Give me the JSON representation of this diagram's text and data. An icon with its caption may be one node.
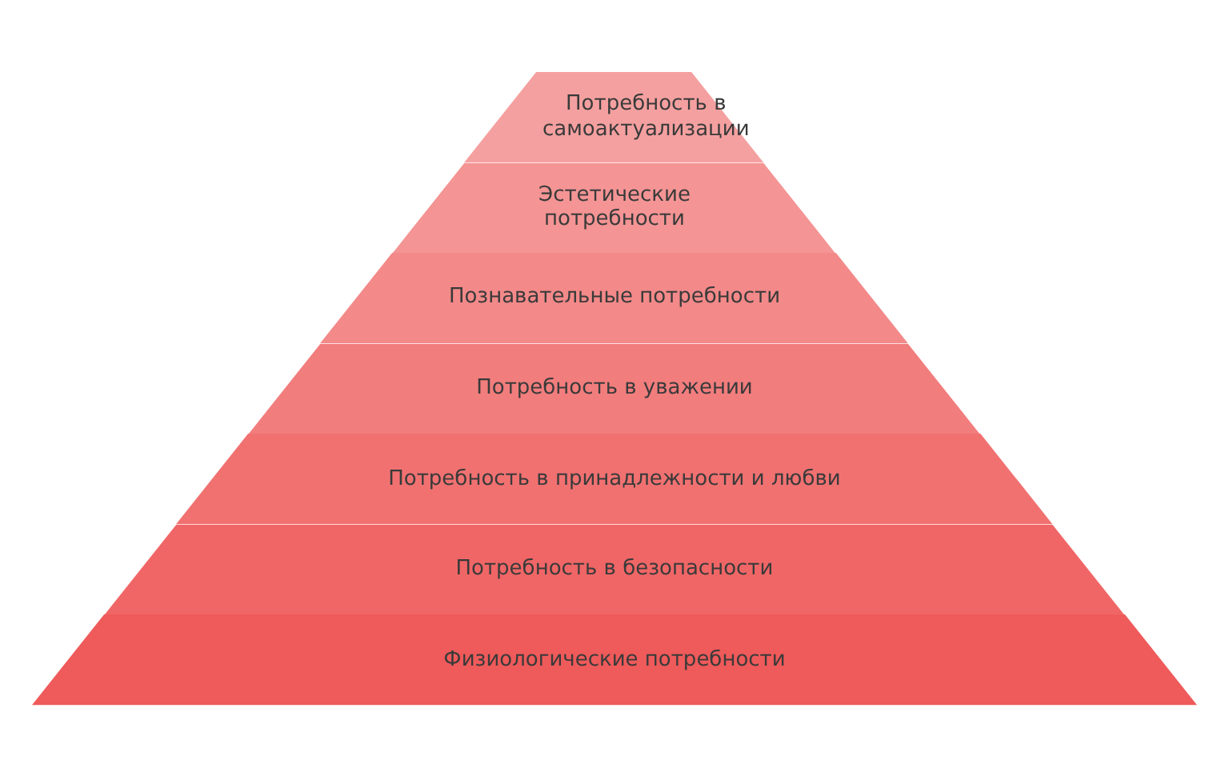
{
  "diagram": {
    "nodes": [
      {
        "text": [
          "Потребность в самоактуализации"
        ]
      },
      {
        "text": [
          "Эстетические потребности"
        ]
      },
      {
        "text": [
          "Познавательные потребности"
        ]
      },
      {
        "text": [
          "Потребность в уважении"
        ]
      },
      {
        "text": [
          "Потребность в принадлежности и любви"
        ]
      },
      {
        "text": [
          "Потребность в безопасности"
        ]
      },
      {
        "text": [
          "Физиологические потребности"
        ]
      }
    ]
  }
}
